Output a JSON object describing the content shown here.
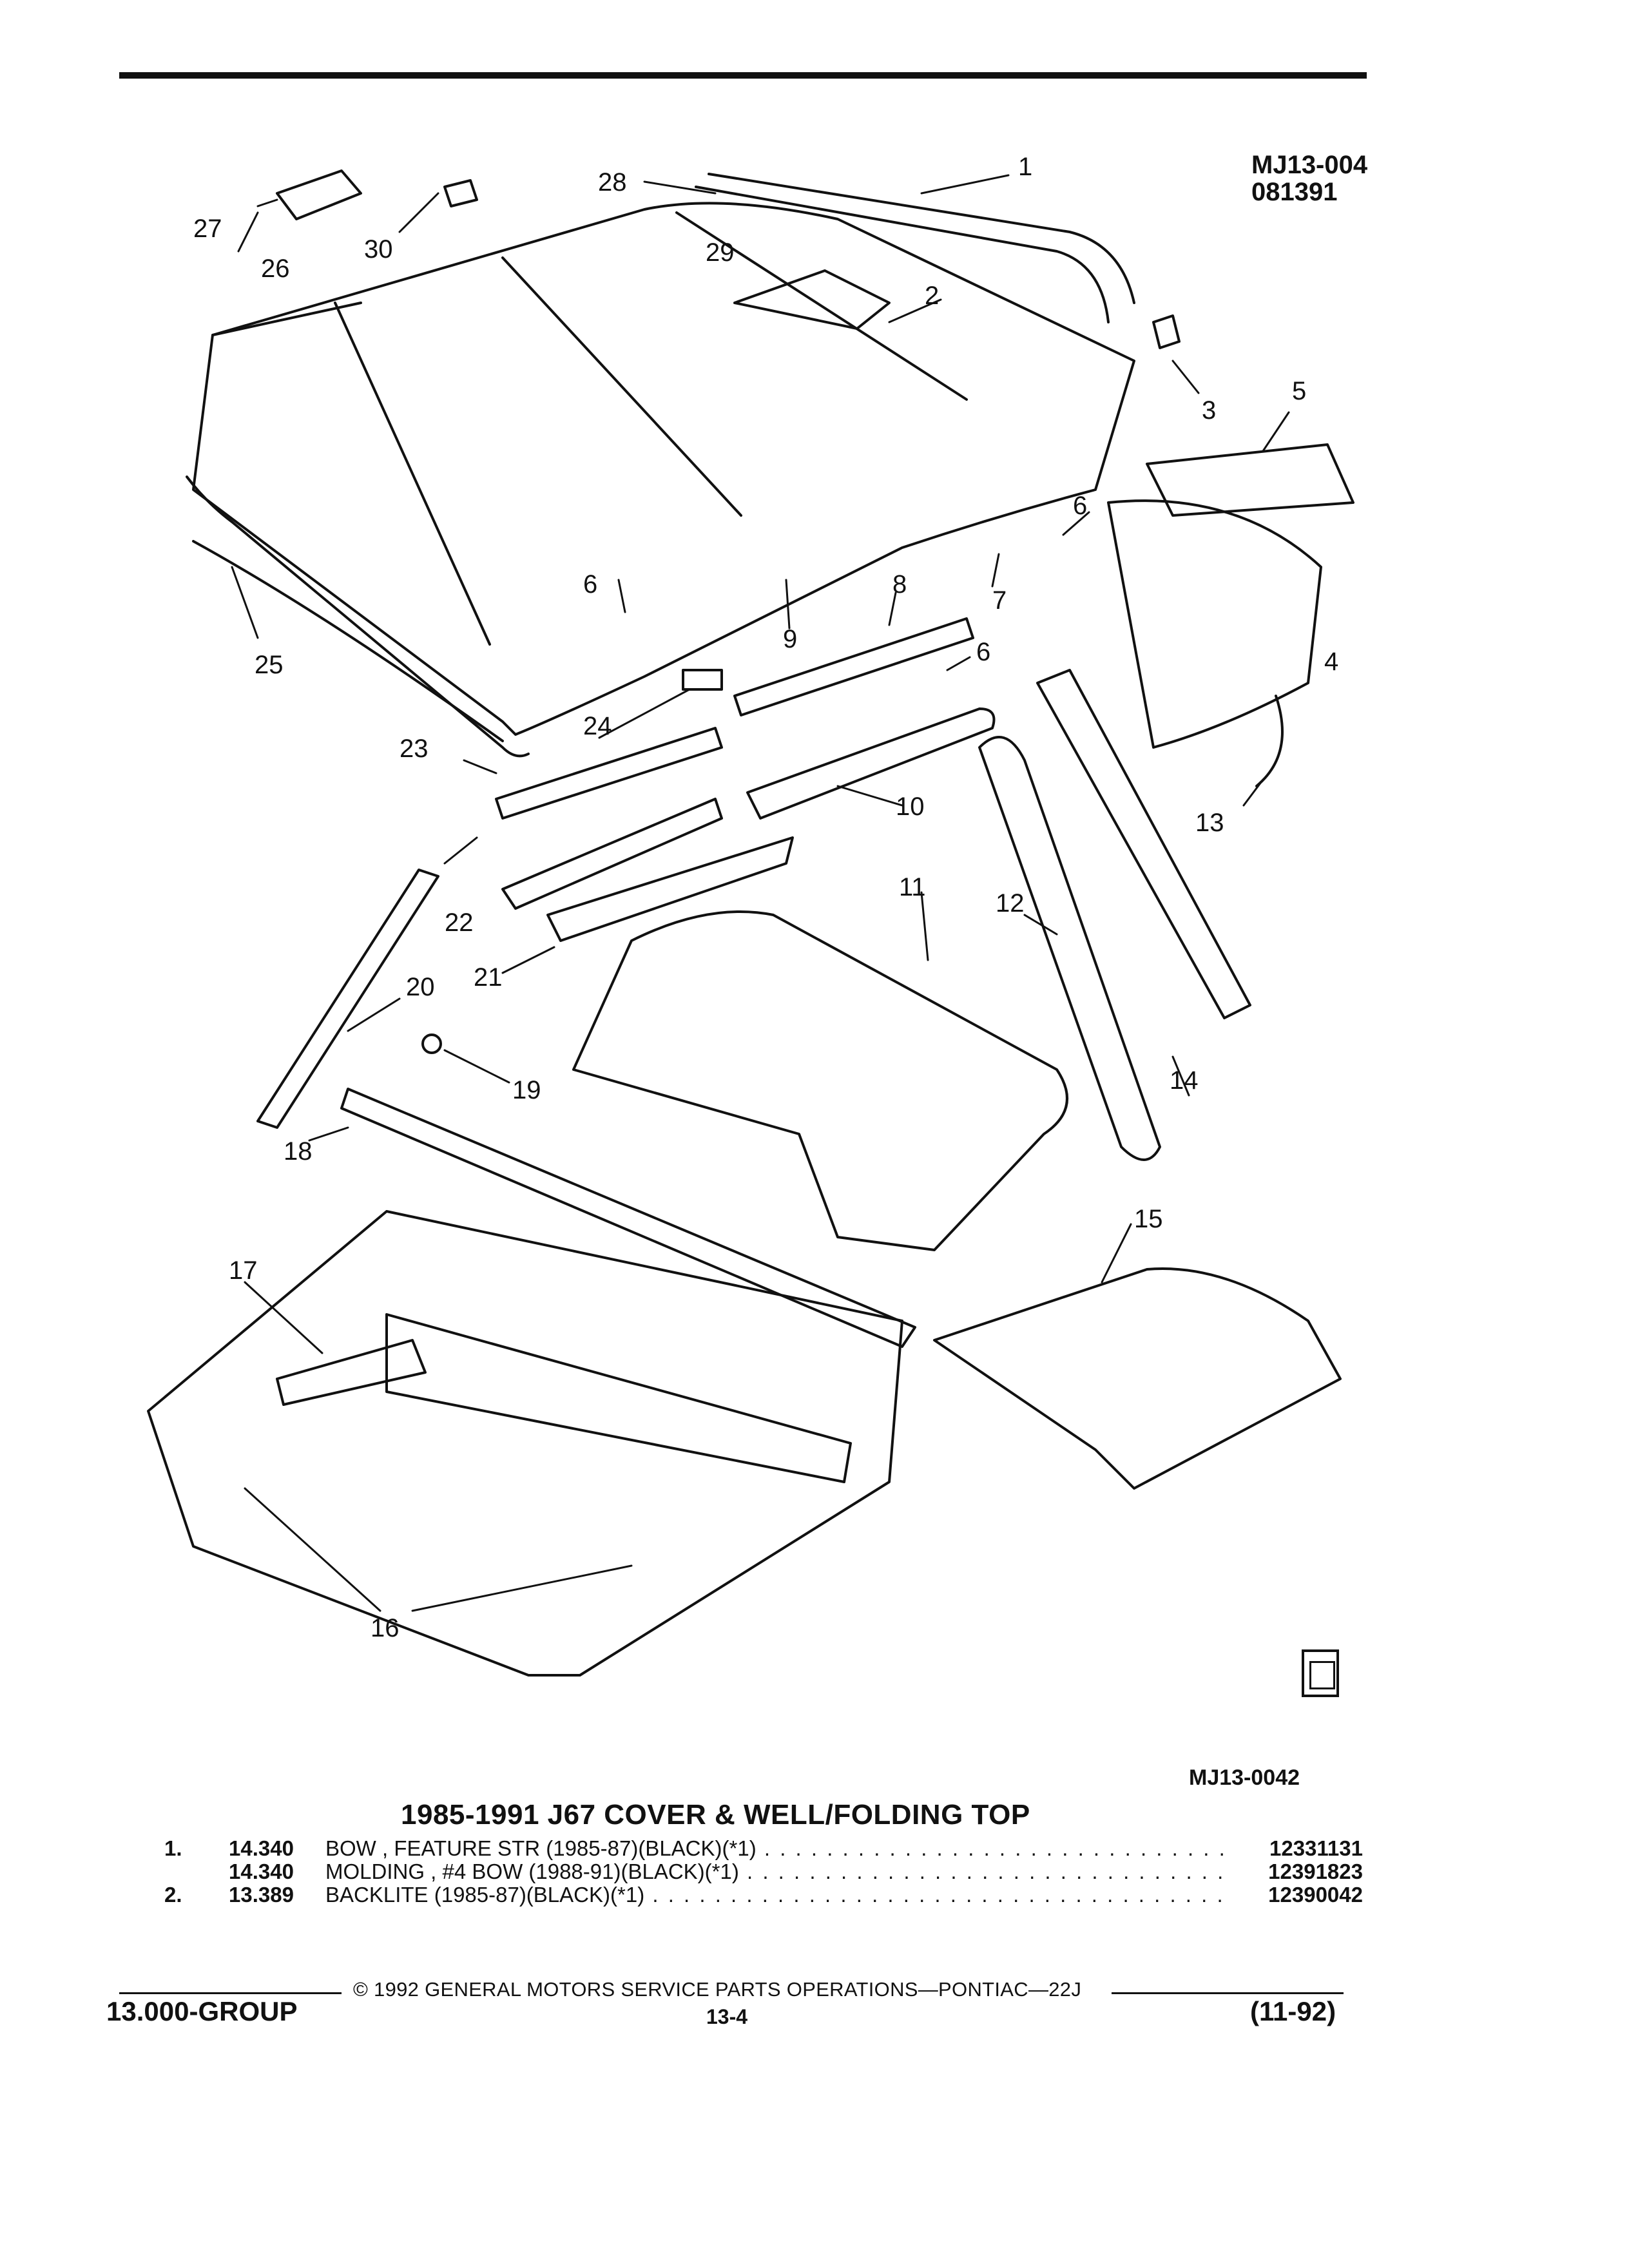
{
  "figure": {
    "code_line1": "MJ13-004",
    "code_line2": "081391",
    "illustration_ref": "MJ13-0042",
    "callouts": [
      "1",
      "2",
      "3",
      "4",
      "5",
      "6",
      "6",
      "6",
      "7",
      "8",
      "9",
      "10",
      "11",
      "12",
      "13",
      "14",
      "15",
      "16",
      "17",
      "18",
      "19",
      "20",
      "21",
      "22",
      "23",
      "24",
      "25",
      "26",
      "27",
      "28",
      "29",
      "30"
    ]
  },
  "section": {
    "title": "1985-1991 J67 COVER & WELL/FOLDING TOP"
  },
  "parts": [
    {
      "num": "1.",
      "code": "14.340",
      "desc": "BOW , FEATURE STR (1985-87)(BLACK)(*1)",
      "part_no": "12331131"
    },
    {
      "num": "",
      "code": "14.340",
      "desc": "MOLDING , #4 BOW (1988-91)(BLACK)(*1)",
      "part_no": "12391823"
    },
    {
      "num": "2.",
      "code": "13.389",
      "desc": "BACKLITE (1985-87)(BLACK)(*1)",
      "part_no": "12390042"
    }
  ],
  "footer": {
    "copyright": "© 1992 GENERAL MOTORS SERVICE PARTS OPERATIONS—PONTIAC—22J",
    "group": "13.000-GROUP",
    "page": "13-4",
    "date": "(11-92)"
  },
  "icons": {
    "gm_spo_logo": "gm-spo-logo-icon"
  }
}
